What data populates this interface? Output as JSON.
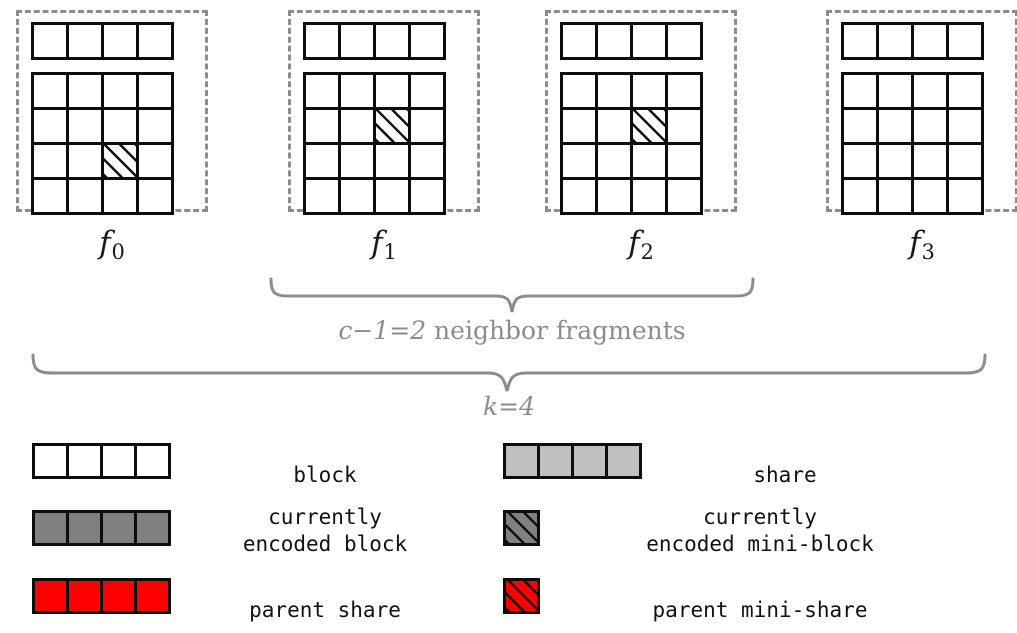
{
  "figure": {
    "type": "diagram",
    "title": "",
    "grid_size": {
      "rows": 4,
      "cols": 4
    },
    "cell_types": {
      "block": "#ffffff",
      "share": "#c0c0c0",
      "encoded_block": "#808080",
      "parent_share": "#ff0000",
      "hatched": "mini"
    }
  },
  "fragments": [
    {
      "label_base": "f",
      "label_sub": "0",
      "share_row": [
        "share",
        "share",
        "share",
        "share"
      ],
      "matrix": [
        [
          "share",
          "share",
          "share",
          "share"
        ],
        [
          "share",
          "share",
          "share",
          "share"
        ],
        [
          "encoded_block",
          "encoded_block",
          "encoded_block_mini",
          "encoded_block"
        ],
        [
          "block",
          "block",
          "block",
          "block"
        ]
      ]
    },
    {
      "label_base": "f",
      "label_sub": "1",
      "share_row": [
        "share",
        "share",
        "share",
        "share"
      ],
      "matrix": [
        [
          "share",
          "share",
          "share",
          "share"
        ],
        [
          "parent_share",
          "parent_share",
          "parent_share_mini",
          "parent_share"
        ],
        [
          "block",
          "block",
          "block",
          "block"
        ],
        [
          "block",
          "block",
          "block",
          "block"
        ]
      ]
    },
    {
      "label_base": "f",
      "label_sub": "2",
      "share_row": [
        "share",
        "share",
        "share",
        "share"
      ],
      "matrix": [
        [
          "share",
          "share",
          "share",
          "share"
        ],
        [
          "parent_share",
          "parent_share",
          "parent_share_mini",
          "parent_share"
        ],
        [
          "block",
          "block",
          "block",
          "block"
        ],
        [
          "block",
          "block",
          "block",
          "block"
        ]
      ]
    },
    {
      "label_base": "f",
      "label_sub": "3",
      "share_row": [
        "share",
        "share",
        "share",
        "share"
      ],
      "matrix": [
        [
          "share",
          "share",
          "share",
          "share"
        ],
        [
          "share",
          "share",
          "share",
          "share"
        ],
        [
          "block",
          "block",
          "block",
          "block"
        ],
        [
          "block",
          "block",
          "block",
          "block"
        ]
      ]
    }
  ],
  "braces": {
    "neighbor": {
      "caption_math": "c−1=2",
      "caption_text": " neighbor fragments",
      "spans": [
        "f1",
        "f2"
      ]
    },
    "total": {
      "caption_math": "k=4",
      "caption_text": "",
      "spans": [
        "f0",
        "f1",
        "f2",
        "f3"
      ]
    }
  },
  "legend": {
    "items": [
      {
        "swatch": "wide",
        "fill": "block",
        "hatched": false,
        "label": "block"
      },
      {
        "swatch": "wide",
        "fill": "share",
        "hatched": false,
        "label": "share"
      },
      {
        "swatch": "wide",
        "fill": "encoded_block",
        "hatched": false,
        "label": "currently\nencoded block"
      },
      {
        "swatch": "mini",
        "fill": "encoded_block",
        "hatched": true,
        "label": "currently\nencoded mini-block"
      },
      {
        "swatch": "wide",
        "fill": "parent_share",
        "hatched": false,
        "label": "parent share"
      },
      {
        "swatch": "mini",
        "fill": "parent_share",
        "hatched": true,
        "label": "parent mini-share"
      }
    ],
    "labels": {
      "block": "block",
      "share": "share",
      "encoded_block_l1": "currently",
      "encoded_block_l2": "encoded block",
      "encoded_mini_l1": "currently",
      "encoded_mini_l2": "encoded mini-block",
      "parent_share": "parent share",
      "parent_mini_share": "parent mini-share"
    }
  },
  "colors": {
    "block": "#ffffff",
    "share": "#c0c0c0",
    "encoded_block": "#808080",
    "parent_share": "#ff0000",
    "outline": "#0d0d0d",
    "dashed_box": "#8c8c8c",
    "brace": "#8c8c8c",
    "caption": "#8c8c8c",
    "text": "#111111"
  }
}
